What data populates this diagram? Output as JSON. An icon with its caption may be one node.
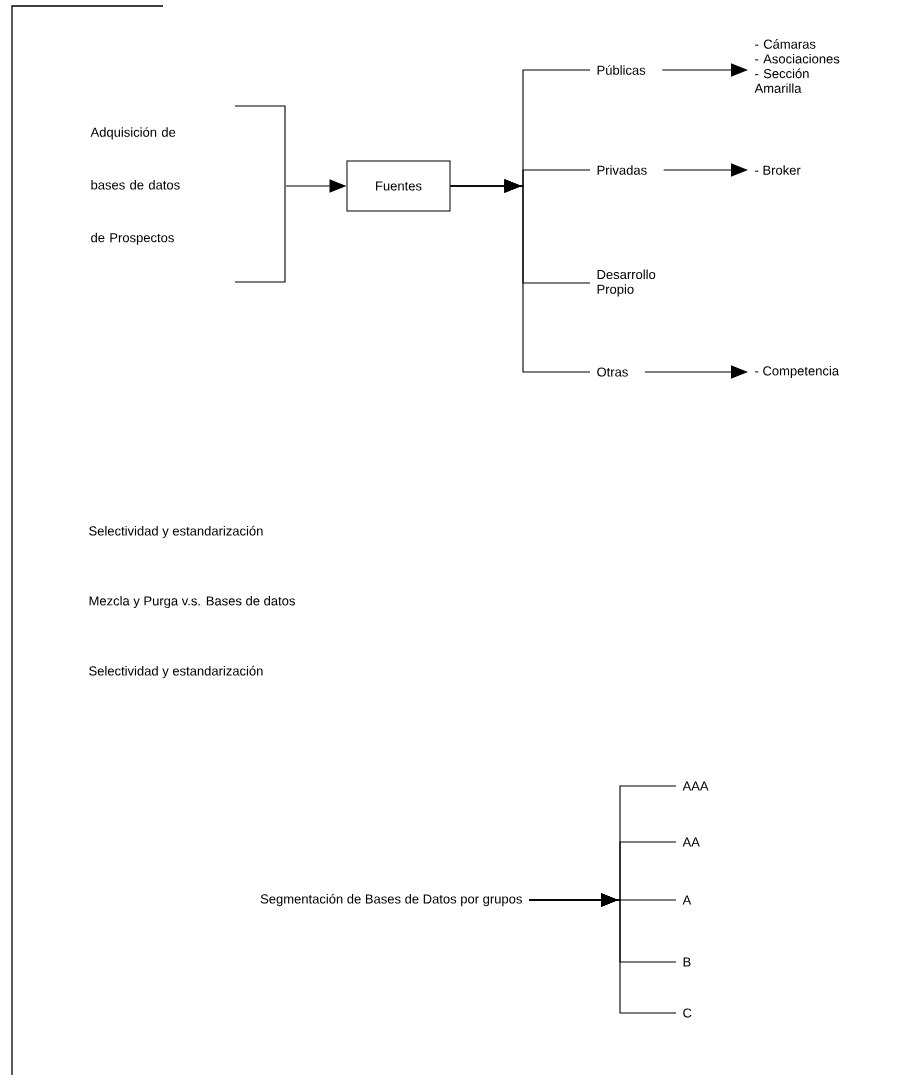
{
  "diagram": {
    "nodes": [
      {
        "text": [
          "Adquisición de bases de datos de Prospectos"
        ]
      },
      {
        "text": [
          "Fuentes"
        ]
      },
      {
        "text": [
          "Públicas"
        ]
      },
      {
        "text": [
          "Privadas"
        ]
      },
      {
        "text": [
          "Desarrollo Propio"
        ]
      },
      {
        "text": [
          "Otras"
        ]
      },
      {
        "text": [
          "- Cámaras",
          "- Asociaciones",
          "- Sección Amarilla"
        ]
      },
      {
        "text": [
          "- Broker"
        ]
      },
      {
        "text": [
          "- Competencia"
        ]
      },
      {
        "text": [
          "Segmentación de Bases de Datos por grupos"
        ]
      },
      {
        "text": [
          "AAA"
        ]
      },
      {
        "text": [
          "AA"
        ]
      },
      {
        "text": [
          "A"
        ]
      },
      {
        "text": [
          "B"
        ]
      },
      {
        "text": [
          "C"
        ]
      }
    ],
    "edges": [
      {
        "from": 0,
        "to": 1,
        "arrow": "to"
      },
      {
        "from": 1,
        "to": 2,
        "arrow": "to"
      },
      {
        "from": 1,
        "to": 3,
        "arrow": "to"
      },
      {
        "from": 1,
        "to": 4,
        "arrow": "to"
      },
      {
        "from": 1,
        "to": 5,
        "arrow": "to"
      },
      {
        "from": 2,
        "to": 6,
        "arrow": "to"
      },
      {
        "from": 3,
        "to": 7,
        "arrow": "to"
      },
      {
        "from": 5,
        "to": 8,
        "arrow": "to"
      },
      {
        "from": 9,
        "to": 10,
        "arrow": "to"
      },
      {
        "from": 9,
        "to": 11,
        "arrow": "to"
      },
      {
        "from": 9,
        "to": 12,
        "arrow": "to"
      },
      {
        "from": 9,
        "to": 13,
        "arrow": "to"
      },
      {
        "from": 9,
        "to": 14,
        "arrow": "to"
      }
    ],
    "labels": [
      "Selectividad y estandarización",
      "Mezcla y Purga v.s. Bases de datos",
      "Selectividad y estandarización"
    ]
  }
}
